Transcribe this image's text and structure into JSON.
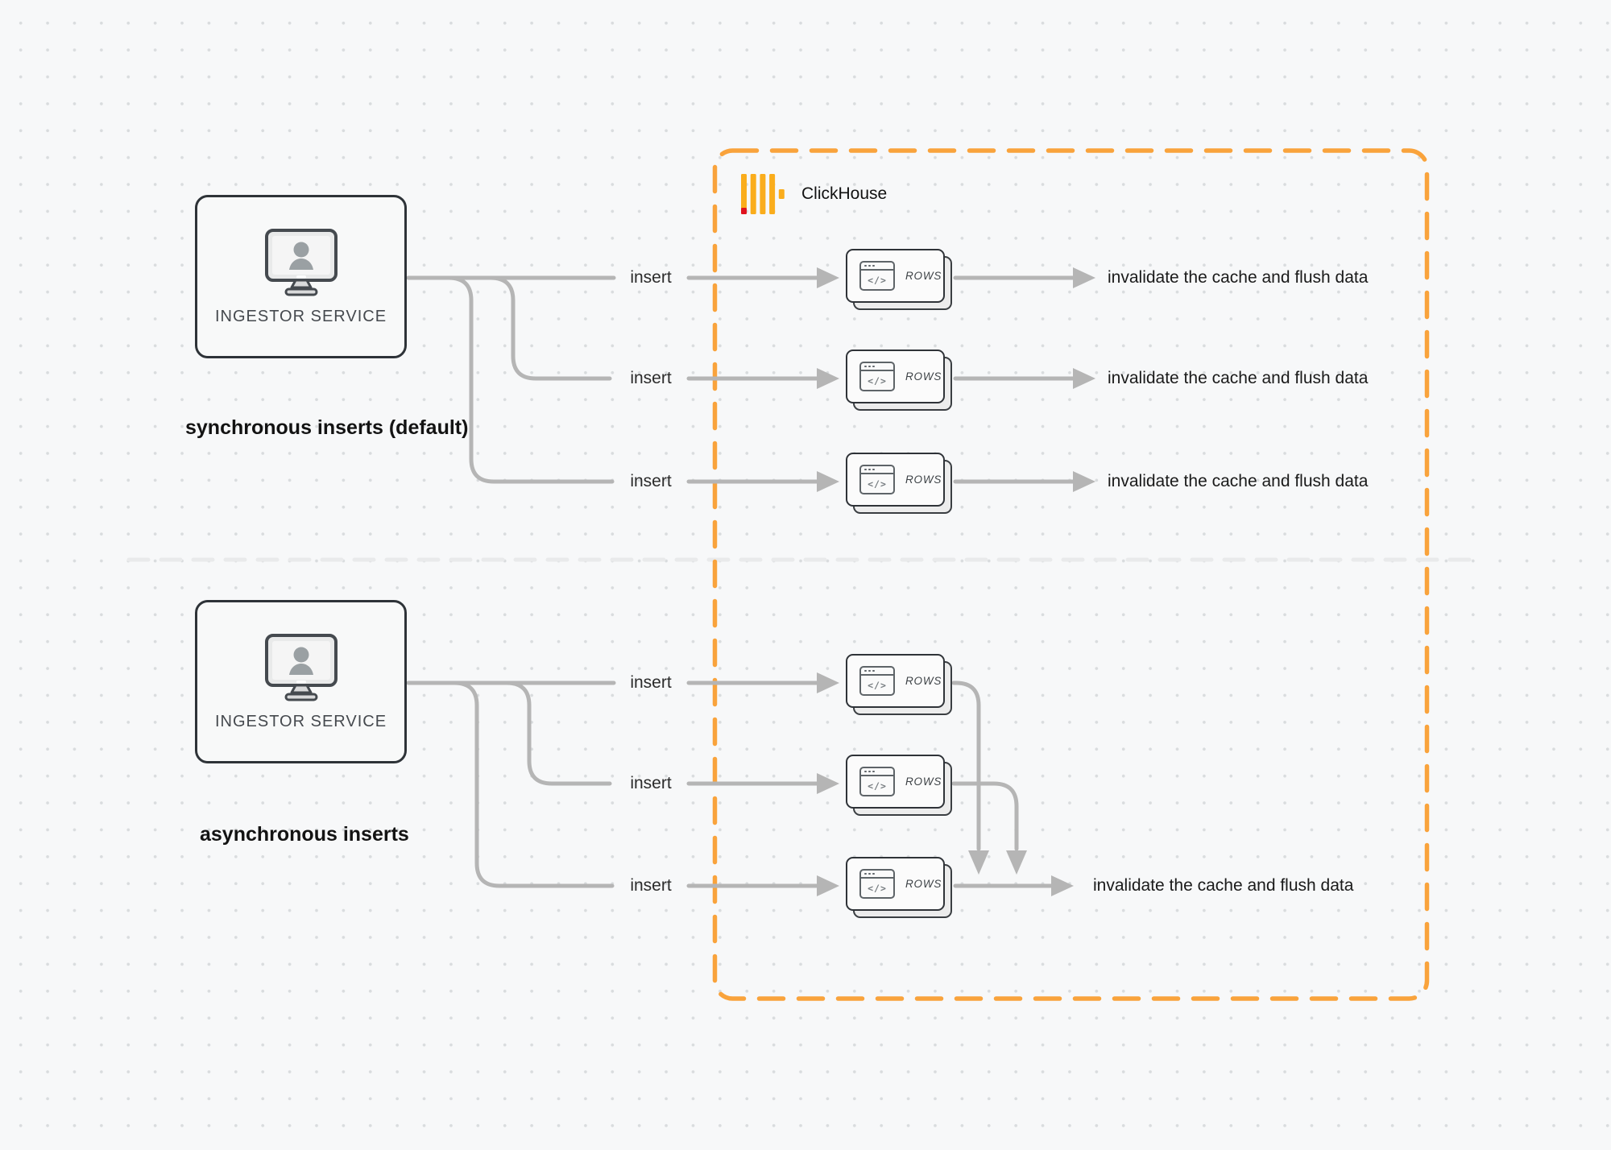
{
  "diagram": {
    "clickhouse": {
      "name": "ClickHouse"
    },
    "sync": {
      "title": "synchronous inserts (default)",
      "service_label": "INGESTOR SERVICE",
      "rows": [
        {
          "insert_label": "insert",
          "card_label": "ROWS",
          "card_glyph": "</>",
          "result_label": "invalidate the cache and flush data"
        },
        {
          "insert_label": "insert",
          "card_label": "ROWS",
          "card_glyph": "</>",
          "result_label": "invalidate the cache and flush data"
        },
        {
          "insert_label": "insert",
          "card_label": "ROWS",
          "card_glyph": "</>",
          "result_label": "invalidate the cache and flush data"
        }
      ]
    },
    "async": {
      "title": "asynchronous inserts",
      "service_label": "INGESTOR SERVICE",
      "rows": [
        {
          "insert_label": "insert",
          "card_label": "ROWS",
          "card_glyph": "</>"
        },
        {
          "insert_label": "insert",
          "card_label": "ROWS",
          "card_glyph": "</>"
        },
        {
          "insert_label": "insert",
          "card_label": "ROWS",
          "card_glyph": "</>"
        }
      ],
      "result_label": "invalidate the cache and flush data"
    },
    "colors": {
      "accent_orange": "#F9A33C",
      "logo_yellow": "#FAAD1C",
      "logo_red": "#E0121F",
      "connector_gray": "#B5B5B5",
      "divider_gray": "#E9EAEB"
    }
  }
}
